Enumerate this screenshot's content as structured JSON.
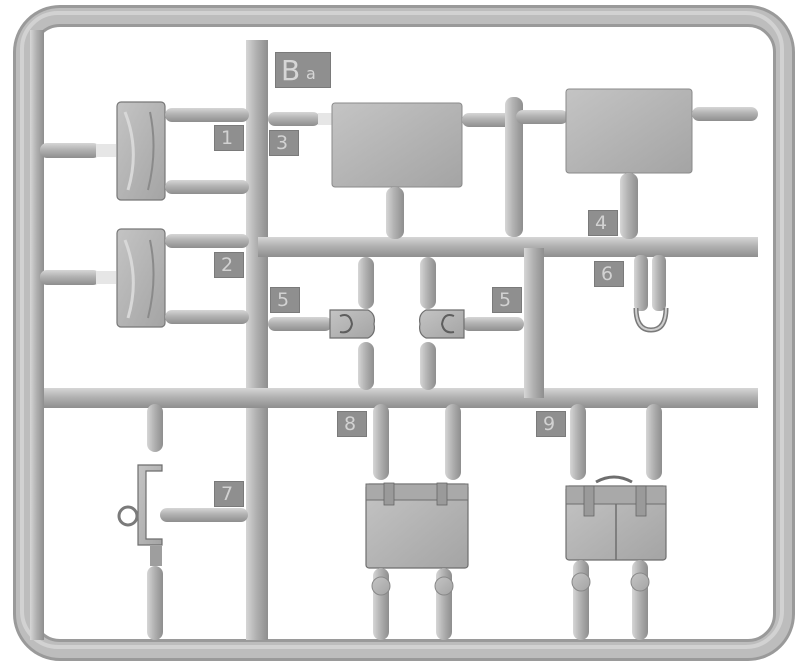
{
  "sprue": {
    "code_letter": "B",
    "code_suffix": "a"
  },
  "parts": [
    {
      "id": "part-1",
      "label": "1"
    },
    {
      "id": "part-2",
      "label": "2"
    },
    {
      "id": "part-3",
      "label": "3"
    },
    {
      "id": "part-4",
      "label": "4"
    },
    {
      "id": "part-5a",
      "label": "5"
    },
    {
      "id": "part-5b",
      "label": "5"
    },
    {
      "id": "part-6",
      "label": "6"
    },
    {
      "id": "part-7",
      "label": "7"
    },
    {
      "id": "part-8",
      "label": "8"
    },
    {
      "id": "part-9",
      "label": "9"
    }
  ],
  "colors": {
    "plastic": "#b4b4b4",
    "plastic_dark": "#8c8c8c",
    "label_bg": "#8f8f8f",
    "label_text": "#d2d2d2"
  }
}
